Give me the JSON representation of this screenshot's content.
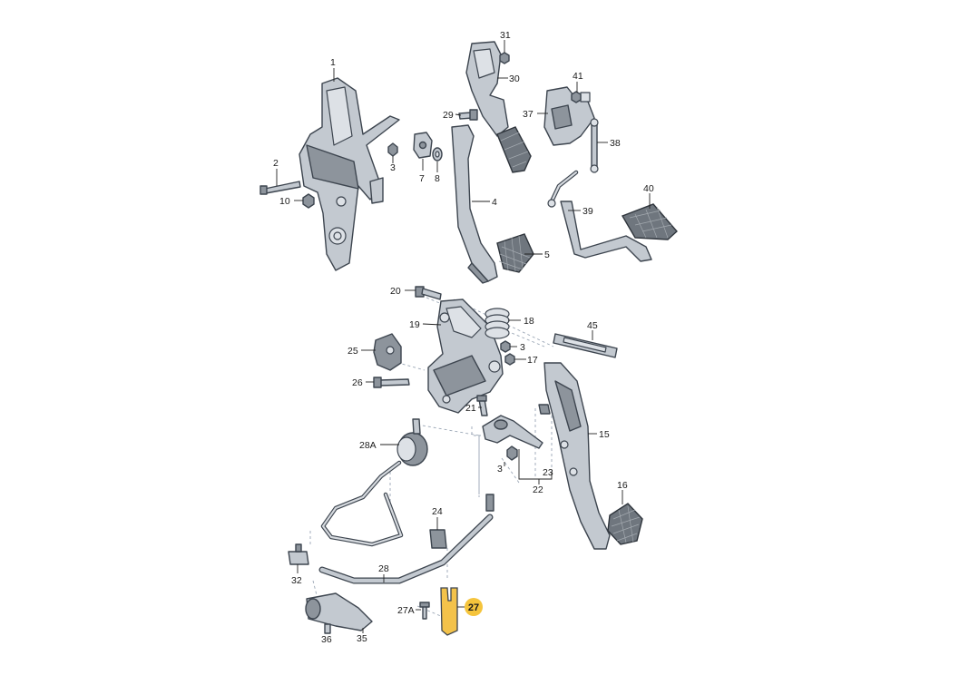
{
  "labels": {
    "p1": "1",
    "p2": "2",
    "p3a": "3",
    "p4": "4",
    "p5": "5",
    "p7": "7",
    "p8": "8",
    "p10": "10",
    "p29": "29",
    "p30": "30",
    "p31": "31",
    "p37": "37",
    "p38": "38",
    "p39": "39",
    "p40": "40",
    "p41": "41",
    "p20": "20",
    "p18": "18",
    "p19": "19",
    "p45": "45",
    "p25": "25",
    "p3b": "3",
    "p17": "17",
    "p26": "26",
    "p15": "15",
    "p21": "21",
    "p28a": "28A",
    "p3c": "3",
    "p23": "23",
    "p22": "22",
    "p16": "16",
    "p24": "24",
    "p32": "32",
    "p28": "28",
    "p27a": "27A",
    "p27": "27",
    "p36": "36",
    "p35": "35"
  },
  "highlight": {
    "part": "27",
    "color": "#f5c43c"
  }
}
